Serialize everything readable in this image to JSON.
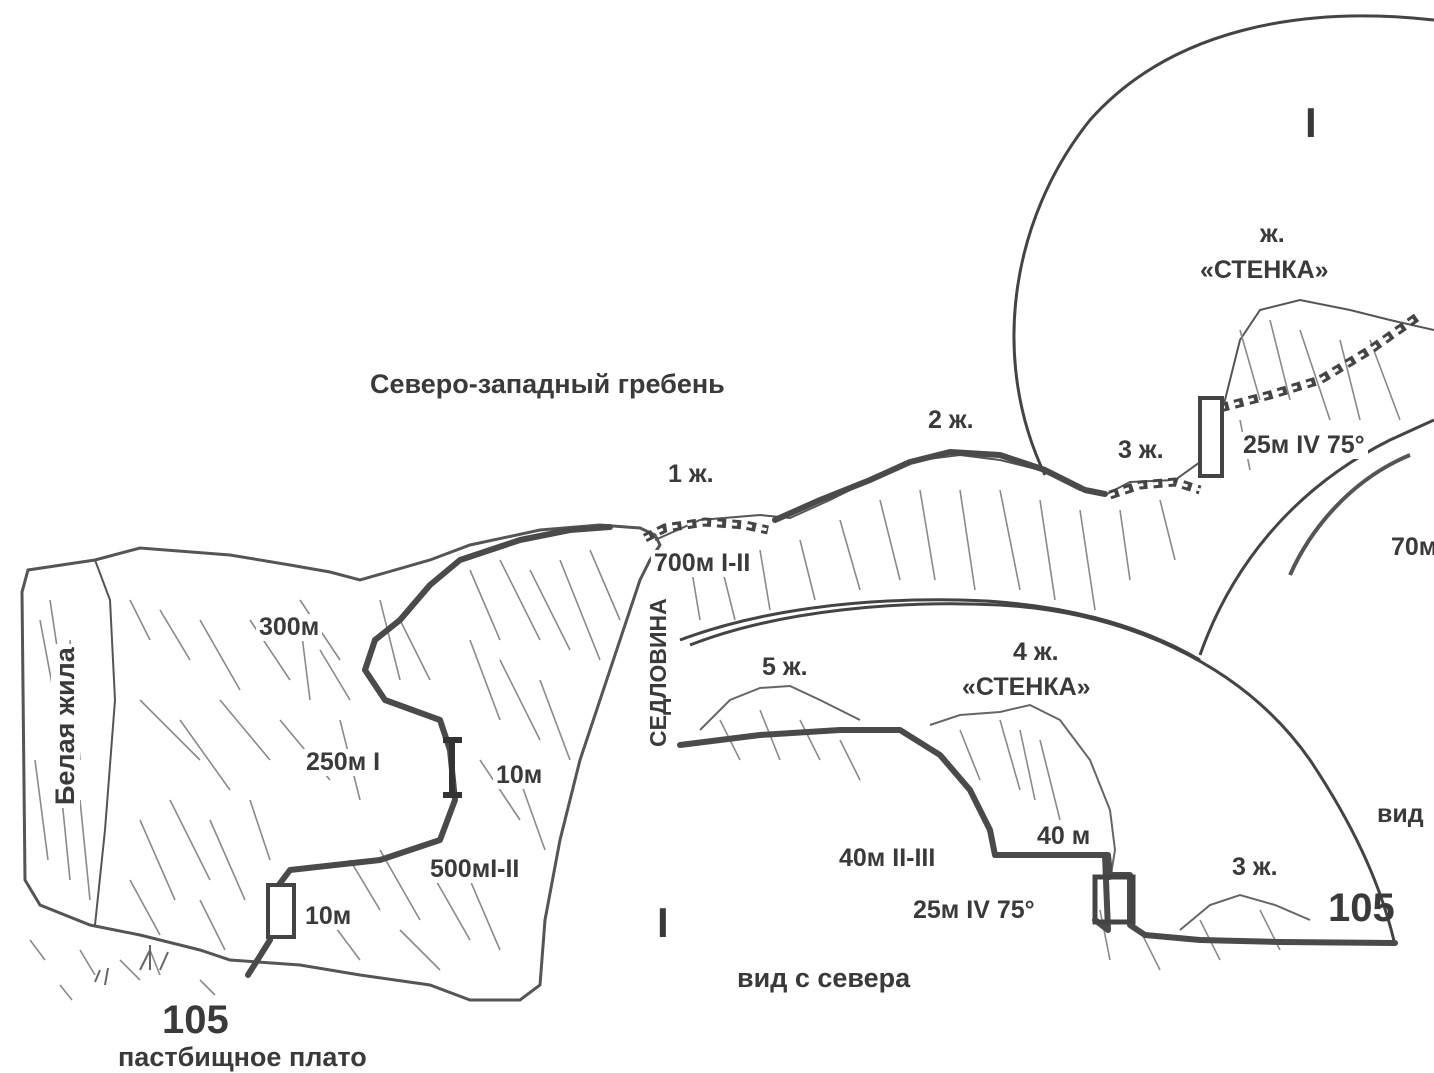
{
  "title": "Северо-западный гребень",
  "view_north": "вид с севера",
  "view_partial": "вид",
  "start_number": "105",
  "start_caption": "пастбищное плато",
  "end_number": "105",
  "white_vein": "Белая жила",
  "saddle": "СЕДЛОВИНА",
  "gendarmes": {
    "g1": "1 ж.",
    "g2": "2 ж.",
    "g3_upper": "3 ж.",
    "g3_lower": "3 ж.",
    "g4": "4 ж.",
    "g4_name": "«СТЕНКА»",
    "g5": "5 ж.",
    "inset_g": "ж.",
    "inset_name": "«СТЕНКА»"
  },
  "pitches": {
    "p300": "300м",
    "p250": "250м I",
    "p10a": "10м",
    "p500": "500мI-II",
    "p10b": "10м",
    "p700": "700м I-II",
    "p25_inset": "25м IV 75°",
    "p70": "70м",
    "p40a": "40м II-III",
    "p40b": "40 м",
    "p25_lower": "25м IV 75°"
  },
  "section_marks": {
    "inset": "I",
    "lower": "I"
  },
  "colors": {
    "ink": "#3a3a3a",
    "route": "#4a4a4a",
    "hatch": "#6b6b6b"
  }
}
